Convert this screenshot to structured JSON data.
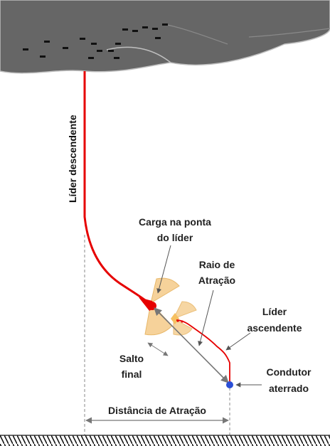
{
  "labels": {
    "descending_leader": "Líder descendente",
    "charge_tip_line1": "Carga na ponta",
    "charge_tip_line2": "do líder",
    "attraction_radius_line1": "Raio de",
    "attraction_radius_line2": "Atração",
    "ascending_leader_line1": "Líder",
    "ascending_leader_line2": "ascendente",
    "final_jump_line1": "Salto",
    "final_jump_line2": "final",
    "grounded_conductor_line1": "Condutor",
    "grounded_conductor_line2": "aterrado",
    "attraction_distance": "Distância de Atração"
  },
  "colors": {
    "cloud": "#666666",
    "cloud_outline": "#bfbfbf",
    "leader": "#e60000",
    "conductor": "#2b4fd6",
    "attraction_zone": "#f6d29a",
    "arrow": "#777777",
    "ground_hatch": "#111111"
  }
}
